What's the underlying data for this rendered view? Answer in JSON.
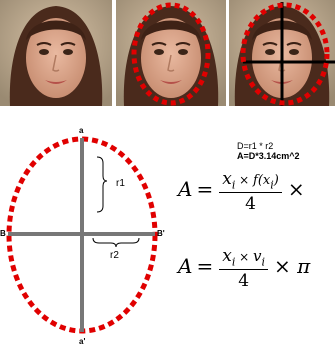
{
  "photos": [
    {
      "variant": "plain"
    },
    {
      "variant": "ellipse"
    },
    {
      "variant": "ellipse-with-axes"
    }
  ],
  "diagram": {
    "points": {
      "top": "a",
      "bottom": "a'",
      "left": "B",
      "right": "B'"
    },
    "segments": {
      "vertical_half": "r1",
      "horizontal_half": "r2"
    },
    "colors": {
      "ellipse": "#e00000",
      "axis": "#777777"
    }
  },
  "formulas": {
    "line1": "D=r1 * r2",
    "line2": "A=D*3.14cm^2"
  },
  "equations": [
    {
      "lhs": "A",
      "eq": "=",
      "numerator_main": "x",
      "numerator_sub": "i",
      "numerator_op": " × ",
      "numerator_tail": "f(x",
      "numerator_tail_sub": "i",
      "numerator_close": ")",
      "denominator": "4",
      "trailing": "×"
    },
    {
      "lhs": "A",
      "eq": "=",
      "numerator_main": "x",
      "numerator_sub": "i",
      "numerator_op": " × ",
      "numerator_tail": "v",
      "numerator_tail_sub": "i",
      "numerator_close": "",
      "denominator": "4",
      "trailing": "× π"
    }
  ]
}
